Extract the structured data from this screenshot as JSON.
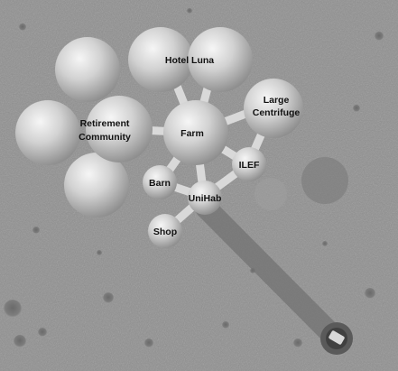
{
  "labels": {
    "hotel": "Hotel Luna",
    "retirement_line1": "Retirement",
    "retirement_line2": "Community",
    "farm": "Farm",
    "large_centrifuge_line1": "Large",
    "large_centrifuge_line2": "Centrifuge",
    "ilef": "ILEF",
    "barn": "Barn",
    "unihab": "UniHab",
    "shop": "Shop"
  },
  "colors": {
    "terrain": "#8f8f8f",
    "sphere_light": "#f4f4f4",
    "sphere_dark": "#8c8c8c",
    "tube": "#dcdcdc",
    "landing_track": "#6e6e6e"
  }
}
